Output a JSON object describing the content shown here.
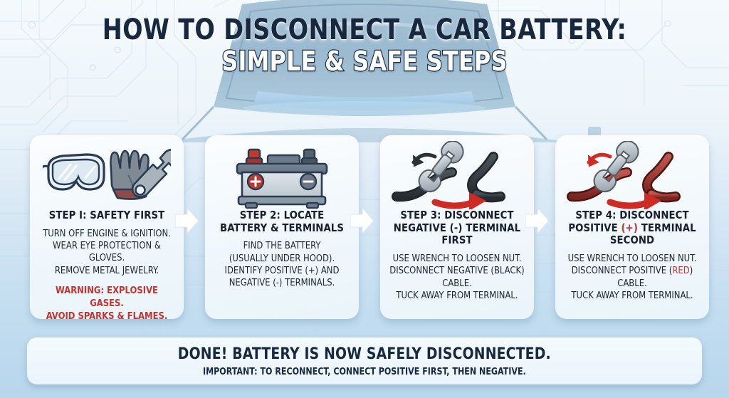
{
  "title": {
    "line1": "HOW TO DISCONNECT A CAR BATTERY:",
    "line2": "SIMPLE & SAFE STEPS"
  },
  "colors": {
    "navy": "#17283f",
    "red": "#c0352f",
    "card_bg": "#f4fafd",
    "background": "#c6dff1"
  },
  "steps": [
    {
      "icons": [
        "safety-goggles-icon",
        "work-glove-icon",
        "wrench-icon"
      ],
      "title_line1": "STEP I: SAFETY FIRST",
      "title_line2": "",
      "body_lines": [
        "TURN OFF ENGINE & IGNITION.",
        "WEAR EYE PROTECTION & GLOVES.",
        "REMOVE METAL JEWELRY."
      ],
      "warning_lines": [
        "WARNING: EXPLOSIVE GASES.",
        "AVOID SPARKS & FLAMES."
      ]
    },
    {
      "icons": [
        "car-battery-icon"
      ],
      "title_line1": "STEP 2: LOCATE",
      "title_line2": "BATTERY & TERMINALS",
      "body_lines": [
        "FIND THE BATTERY",
        "(USUALLY UNDER HOOD).",
        "IDENTIFY POSITIVE (+) AND",
        "NEGATIVE (-) TERMINALS."
      ],
      "warning_lines": []
    },
    {
      "icons": [
        "wrench-black-cable-icon"
      ],
      "title_line1": "STEP 3: DISCONNECT",
      "title_line2": "NEGATIVE (-) TERMINAL FIRST",
      "body_lines": [
        "USE WRENCH TO LOOSEN NUT.",
        "DISCONNECT NEGATIVE (BLACK)",
        "CABLE.",
        "TUCK AWAY FROM TERMINAL."
      ],
      "warning_lines": []
    },
    {
      "icons": [
        "wrench-red-cable-icon"
      ],
      "title_line1": "STEP 4: DISCONNECT",
      "title_line2_before": "POSITIVE ",
      "title_line2_highlight": "(+)",
      "title_line2_after": " TERMINAL SECOND",
      "body_lines": [
        "USE WRENCH TO LOOSEN NUT."
      ],
      "body_line2_before": "DISCONNECT POSITIVE (",
      "body_line2_highlight": "RED",
      "body_line2_after": ")",
      "body_lines_tail": [
        "CABLE.",
        "TUCK AWAY FROM TERMINAL."
      ],
      "warning_lines": []
    }
  ],
  "connectors": [
    {
      "name": "arrow-1-2"
    },
    {
      "name": "arrow-2-3"
    },
    {
      "name": "arrow-3-4"
    }
  ],
  "footer": {
    "main": "DONE! BATTERY IS NOW SAFELY DISCONNECTED.",
    "sub": "IMPORTANT: TO RECONNECT, CONNECT POSITIVE FIRST, THEN NEGATIVE."
  }
}
